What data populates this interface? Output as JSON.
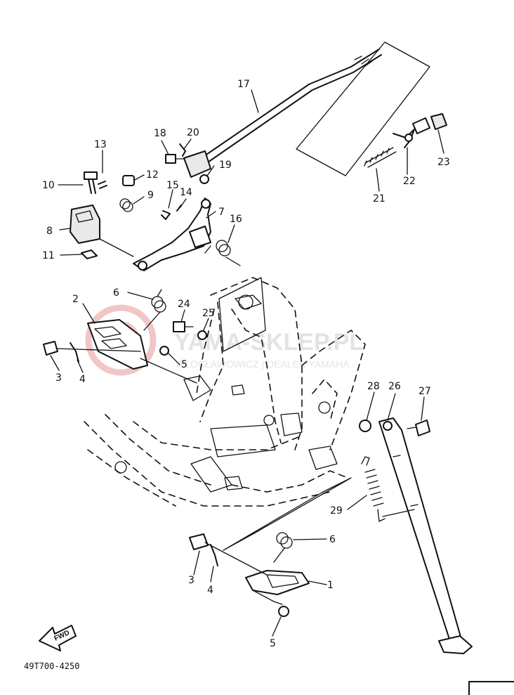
{
  "diagram": {
    "part_code": "49T700-4250",
    "fwd_label": "FWD",
    "callouts": [
      {
        "id": "c1",
        "text": "1"
      },
      {
        "id": "c2",
        "text": "2"
      },
      {
        "id": "c3a",
        "text": "3"
      },
      {
        "id": "c3b",
        "text": "3"
      },
      {
        "id": "c4a",
        "text": "4"
      },
      {
        "id": "c4b",
        "text": "4"
      },
      {
        "id": "c5a",
        "text": "5"
      },
      {
        "id": "c5b",
        "text": "5"
      },
      {
        "id": "c6a",
        "text": "6"
      },
      {
        "id": "c6b",
        "text": "6"
      },
      {
        "id": "c7",
        "text": "7"
      },
      {
        "id": "c8",
        "text": "8"
      },
      {
        "id": "c9",
        "text": "9"
      },
      {
        "id": "c10",
        "text": "10"
      },
      {
        "id": "c11",
        "text": "11"
      },
      {
        "id": "c12",
        "text": "12"
      },
      {
        "id": "c13",
        "text": "13"
      },
      {
        "id": "c14",
        "text": "14"
      },
      {
        "id": "c15",
        "text": "15"
      },
      {
        "id": "c16",
        "text": "16"
      },
      {
        "id": "c17",
        "text": "17"
      },
      {
        "id": "c18",
        "text": "18"
      },
      {
        "id": "c19",
        "text": "19"
      },
      {
        "id": "c20",
        "text": "20"
      },
      {
        "id": "c21",
        "text": "21"
      },
      {
        "id": "c22",
        "text": "22"
      },
      {
        "id": "c23",
        "text": "23"
      },
      {
        "id": "c24",
        "text": "24"
      },
      {
        "id": "c25",
        "text": "25"
      },
      {
        "id": "c26",
        "text": "26"
      },
      {
        "id": "c27",
        "text": "27"
      },
      {
        "id": "c28",
        "text": "28"
      },
      {
        "id": "c29",
        "text": "29"
      }
    ]
  },
  "watermark": {
    "brand": "YAMA-SKLEP.PL",
    "tagline": "WŁOCŁAWOWICZ | DEALER YAMAHA"
  }
}
